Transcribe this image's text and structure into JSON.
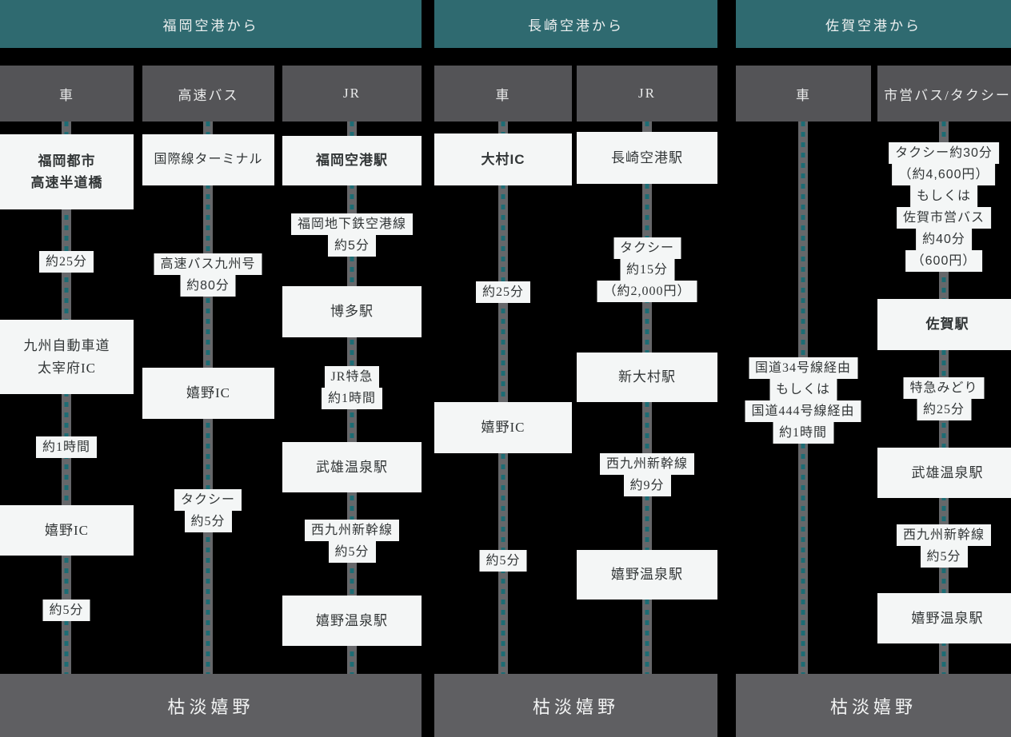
{
  "colors": {
    "background": "#000000",
    "group_header": "#2f6a70",
    "mode_header": "#545457",
    "footer": "#5f5f62",
    "box_background": "#f4f6f6",
    "box_text": "#323637",
    "route_line_gray": "#66676a",
    "route_line_teal": "#1d6c74"
  },
  "destination": "枯淡嬉野",
  "groups": [
    {
      "title": "福岡空港から",
      "footer": "枯淡嬉野",
      "columns": [
        {
          "mode": "車",
          "stations": [
            {
              "lines": [
                "福岡都市",
                "高速半道橋"
              ]
            },
            {
              "lines": [
                "九州自動車道",
                "太宰府IC"
              ]
            },
            {
              "lines": [
                "嬉野IC"
              ]
            }
          ],
          "labels": [
            {
              "lines": [
                "約25分"
              ]
            },
            {
              "lines": [
                "約1時間"
              ]
            },
            {
              "lines": [
                "約5分"
              ]
            }
          ]
        },
        {
          "mode": "高速バス",
          "stations": [
            {
              "lines": [
                "国際線ターミナル"
              ]
            },
            {
              "lines": [
                "嬉野IC"
              ]
            }
          ],
          "labels": [
            {
              "lines": [
                "高速バス九州号",
                "約80分"
              ]
            },
            {
              "lines": [
                "タクシー",
                "約5分"
              ]
            }
          ]
        },
        {
          "mode": "JR",
          "stations": [
            {
              "lines": [
                "福岡空港駅"
              ]
            },
            {
              "lines": [
                "博多駅"
              ]
            },
            {
              "lines": [
                "武雄温泉駅"
              ]
            },
            {
              "lines": [
                "嬉野温泉駅"
              ]
            }
          ],
          "labels": [
            {
              "lines": [
                "福岡地下鉄空港線",
                "約5分"
              ]
            },
            {
              "lines": [
                "JR特急",
                "約1時間"
              ]
            },
            {
              "lines": [
                "西九州新幹線",
                "約5分"
              ]
            }
          ]
        }
      ]
    },
    {
      "title": "長崎空港から",
      "footer": "枯淡嬉野",
      "columns": [
        {
          "mode": "車",
          "stations": [
            {
              "lines": [
                "大村IC"
              ]
            },
            {
              "lines": [
                "嬉野IC"
              ]
            }
          ],
          "labels": [
            {
              "lines": [
                "約25分"
              ]
            },
            {
              "lines": [
                "約5分"
              ]
            }
          ]
        },
        {
          "mode": "JR",
          "stations": [
            {
              "lines": [
                "長崎空港駅"
              ]
            },
            {
              "lines": [
                "新大村駅"
              ]
            },
            {
              "lines": [
                "嬉野温泉駅"
              ]
            }
          ],
          "labels": [
            {
              "lines": [
                "タクシー",
                "約15分",
                "（約2,000円）"
              ]
            },
            {
              "lines": [
                "西九州新幹線",
                "約9分"
              ]
            }
          ]
        }
      ]
    },
    {
      "title": "佐賀空港から",
      "footer": "枯淡嬉野",
      "columns": [
        {
          "mode": "車",
          "stations": [],
          "labels": [
            {
              "lines": [
                "国道34号線経由",
                "もしくは",
                "国道444号線経由",
                "約1時間"
              ]
            }
          ]
        },
        {
          "mode": "市営バス/タクシー",
          "stations": [
            {
              "lines": [
                "佐賀駅"
              ]
            },
            {
              "lines": [
                "武雄温泉駅"
              ]
            },
            {
              "lines": [
                "嬉野温泉駅"
              ]
            }
          ],
          "labels": [
            {
              "lines": [
                "タクシー約30分",
                "（約4,600円）",
                "もしくは",
                "佐賀市営バス",
                "約40分",
                "（600円）"
              ]
            },
            {
              "lines": [
                "特急みどり",
                "約25分"
              ]
            },
            {
              "lines": [
                "西九州新幹線",
                "約5分"
              ]
            }
          ]
        }
      ]
    }
  ]
}
